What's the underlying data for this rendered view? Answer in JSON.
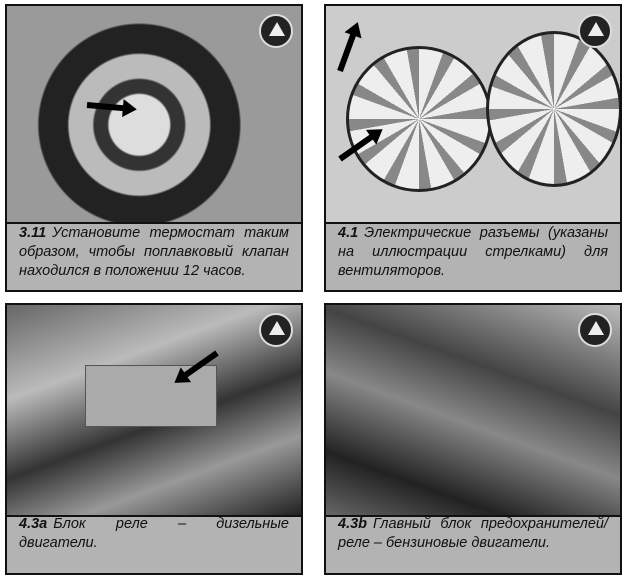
{
  "figures": [
    {
      "number": "3.11",
      "caption": "Установите термостат таким образом, чтобы поплавковый клапан находился в положении 12 часов."
    },
    {
      "number": "4.1",
      "caption": "Электрические разъемы (указаны на иллюстрации стрелками) для вентиляторов."
    },
    {
      "number": "4.3a",
      "caption": "Блок реле – дизельные двигатели."
    },
    {
      "number": "4.3b",
      "caption": "Главный блок предохранителей/реле – бензиновые двигатели."
    }
  ]
}
